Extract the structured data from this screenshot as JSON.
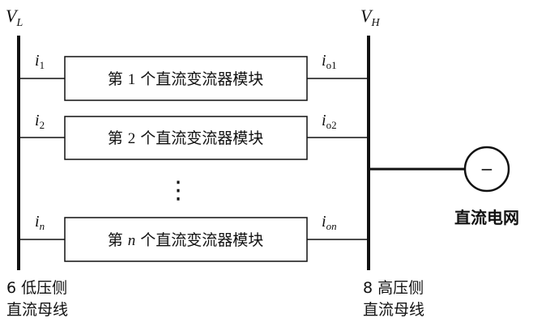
{
  "low_bus": {
    "voltage_symbol": "V",
    "voltage_sub": "L",
    "label_line1": "6 低压侧",
    "label_line2": "直流母线"
  },
  "high_bus": {
    "voltage_symbol": "V",
    "voltage_sub": "H",
    "label_line1": "8 高压侧",
    "label_line2": "直流母线"
  },
  "modules": [
    {
      "in_symbol": "i",
      "in_sub": "1",
      "out_symbol": "i",
      "out_sub": "o1",
      "text_prefix": "第 ",
      "text_index": "1",
      "text_suffix": " 个直流变流器模块",
      "index_italic": false
    },
    {
      "in_symbol": "i",
      "in_sub": "2",
      "out_symbol": "i",
      "out_sub": "o2",
      "text_prefix": "第 ",
      "text_index": "2",
      "text_suffix": " 个直流变流器模块",
      "index_italic": false
    },
    {
      "in_symbol": "i",
      "in_sub": "n",
      "out_symbol": "i",
      "out_sub": "on",
      "text_prefix": "第 ",
      "text_index": "n",
      "text_suffix": " 个直流变流器模块",
      "index_italic": true
    }
  ],
  "ellipsis": "⋮",
  "grid": {
    "source_symbol": "−",
    "label": "直流电网"
  }
}
